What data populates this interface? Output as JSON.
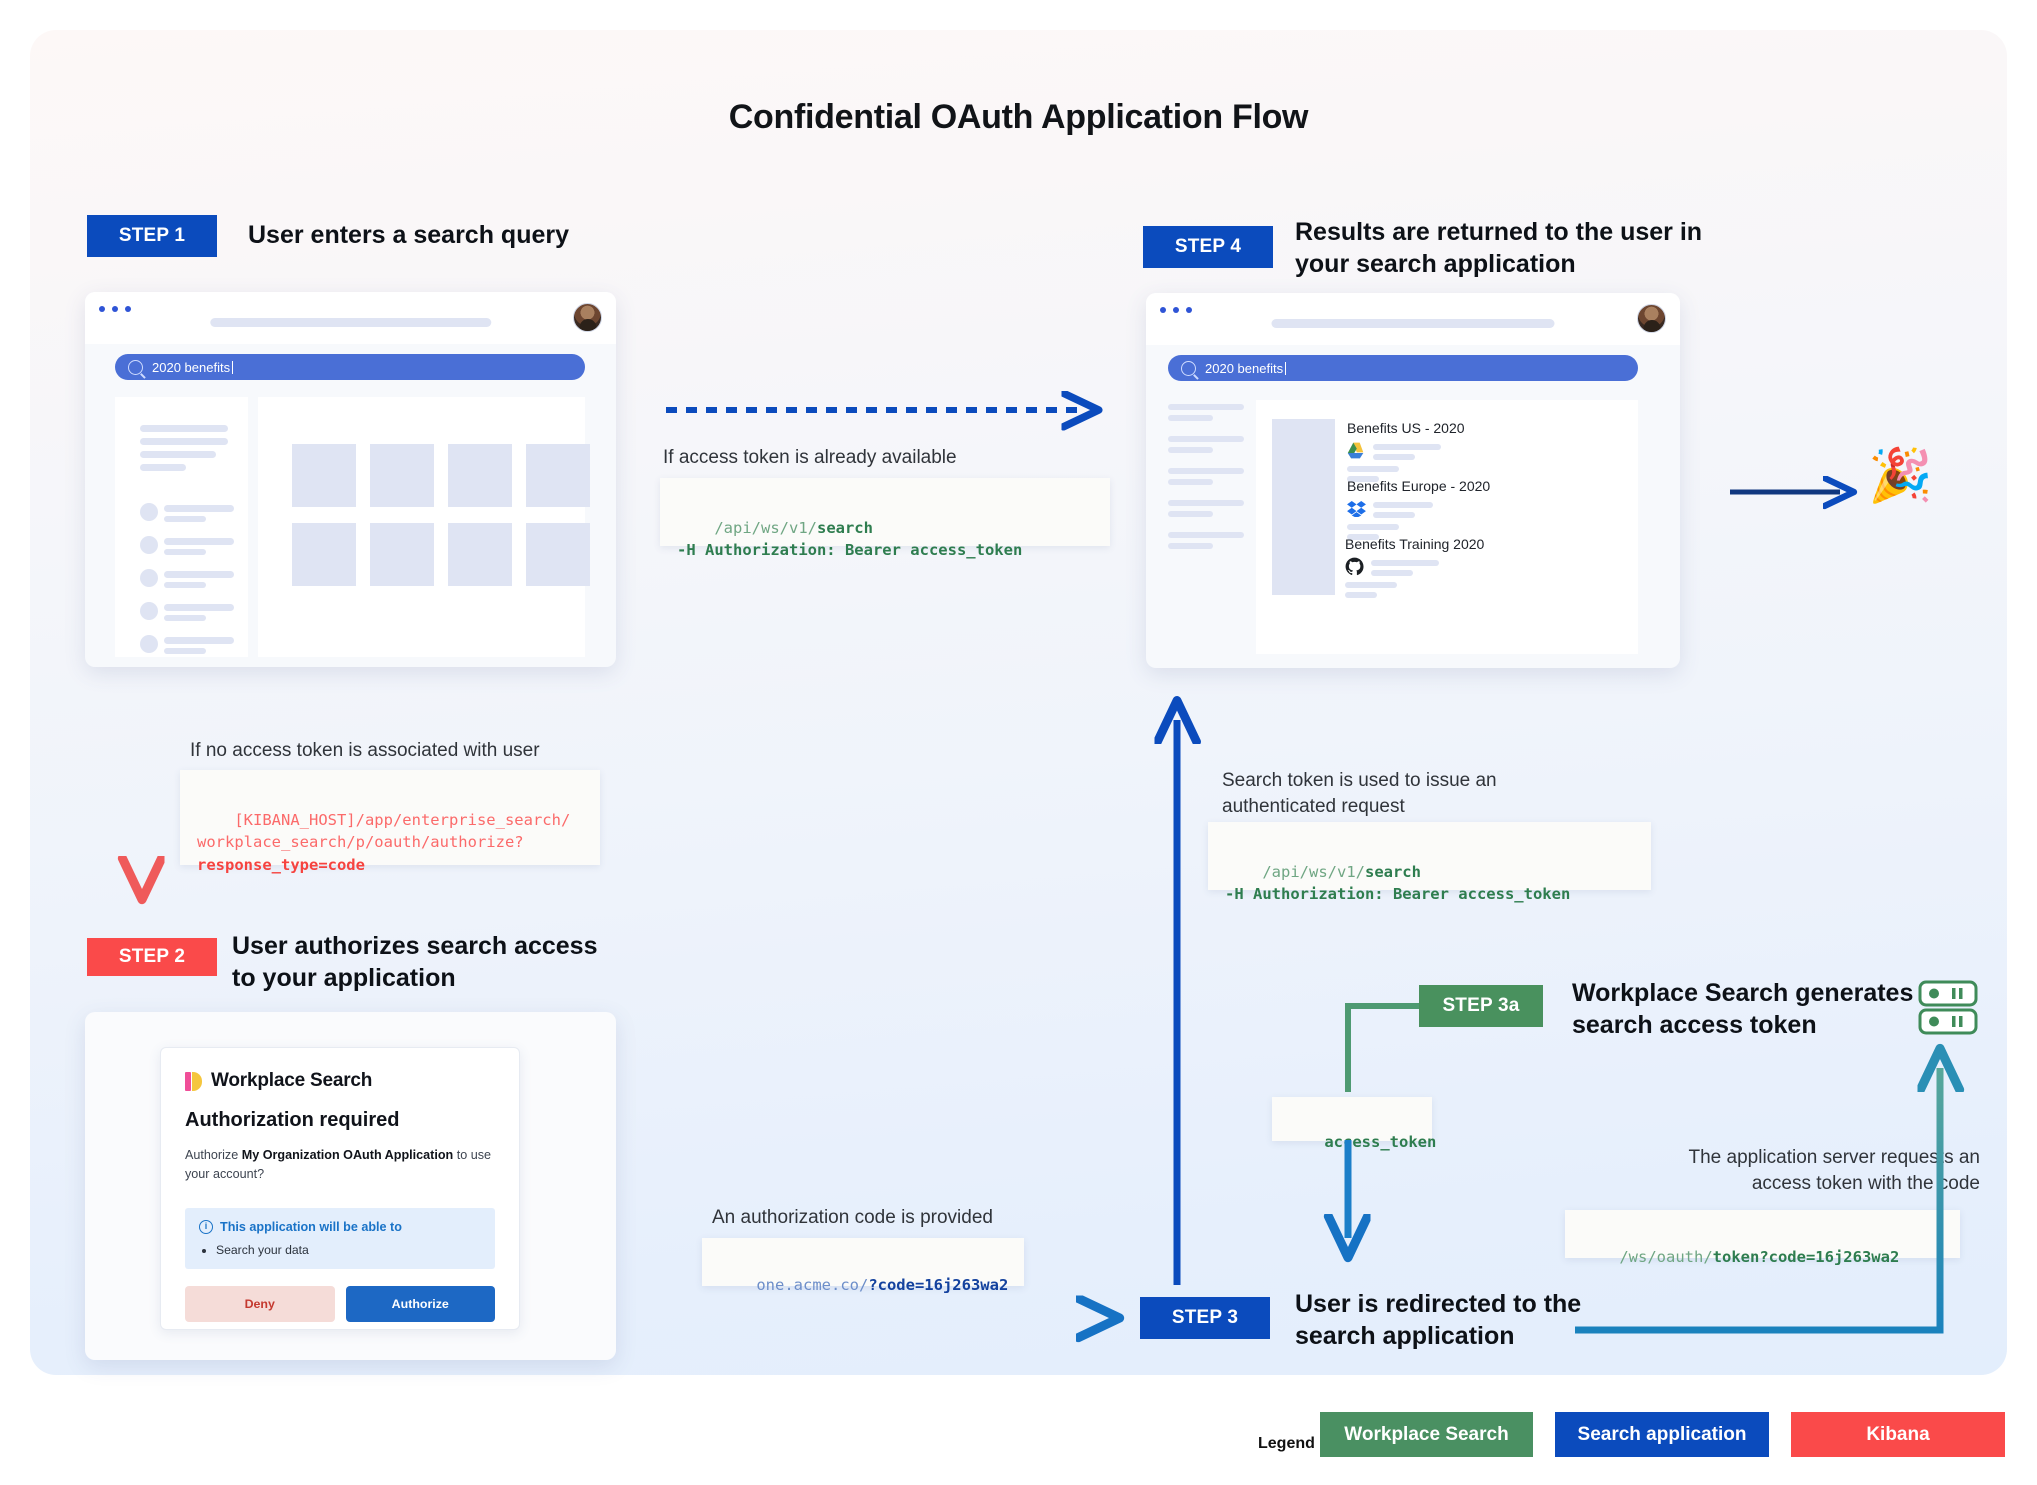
{
  "title": "Confidential OAuth Application Flow",
  "steps": {
    "s1": {
      "badge": "STEP 1",
      "heading": "User enters a search query"
    },
    "s2": {
      "badge": "STEP 2",
      "heading_l1": "User authorizes search access",
      "heading_l2": "to your application"
    },
    "s3": {
      "badge": "STEP 3",
      "heading_l1": "User is redirected to the",
      "heading_l2": "search application"
    },
    "s3a": {
      "badge": "STEP 3a",
      "heading_l1": "Workplace Search generates",
      "heading_l2": "search access token"
    },
    "s4": {
      "badge": "STEP 4",
      "heading_l1": "Results are returned to the user in",
      "heading_l2": "your search application"
    }
  },
  "search": {
    "query": "2020 benefits",
    "icon": "search-icon"
  },
  "notes": {
    "token_available": "If access token is already available",
    "no_token": "If no access token is associated with user",
    "search_token_l1": "Search token is used to issue an",
    "search_token_l2": "authenticated request",
    "auth_code_provided": "An authorization code is provided",
    "server_requests_l1": "The application server requests an",
    "server_requests_l2": "access token with the code"
  },
  "code": {
    "search_api": {
      "dim": "/api/ws/v1/",
      "bold": "search",
      "line2": "-H Authorization: Bearer access_token"
    },
    "kibana_authorize": {
      "dim_l1": "[KIBANA_HOST]/app/enterprise_search/",
      "dim_l2": "workplace_search/p/oauth/authorize?",
      "bold_l3": "response_type=code"
    },
    "redirect_url": {
      "dim": "one.acme.co/",
      "bold": "?code=16j263wa2"
    },
    "token_request": {
      "dim": "/ws/oauth/",
      "bold": "token?code=16j263wa2"
    },
    "access_token_label": "access_token"
  },
  "auth_card": {
    "product": "Workplace Search",
    "heading": "Authorization required",
    "body_pre": "Authorize ",
    "body_app": "My Organization OAuth Application",
    "body_post": " to use your account?",
    "callout_title": "This application will be able to",
    "callout_items": [
      "Search your data"
    ],
    "deny_label": "Deny",
    "authorize_label": "Authorize",
    "info_icon": "info-icon"
  },
  "results": [
    {
      "title": "Benefits US - 2020",
      "source_icon": "google-drive-icon"
    },
    {
      "title": "Benefits Europe - 2020",
      "source_icon": "dropbox-icon"
    },
    {
      "title": "Benefits Training 2020",
      "source_icon": "github-icon"
    }
  ],
  "celebration_icon": "party-popper-emoji",
  "server_icon": "server-rack-icon",
  "legend": {
    "label": "Legend",
    "items": [
      {
        "text": "Workplace Search",
        "color": "#4a9062"
      },
      {
        "text": "Search application",
        "color": "#0b4bbd"
      },
      {
        "text": "Kibana",
        "color": "#fa4a4a"
      }
    ]
  },
  "colors": {
    "blue": "#0b4bbd",
    "red": "#fa4a4a",
    "green": "#49915e",
    "teal": "#2a8fb5",
    "code_green": "#2e7d4f",
    "code_red": "#f6433f"
  }
}
